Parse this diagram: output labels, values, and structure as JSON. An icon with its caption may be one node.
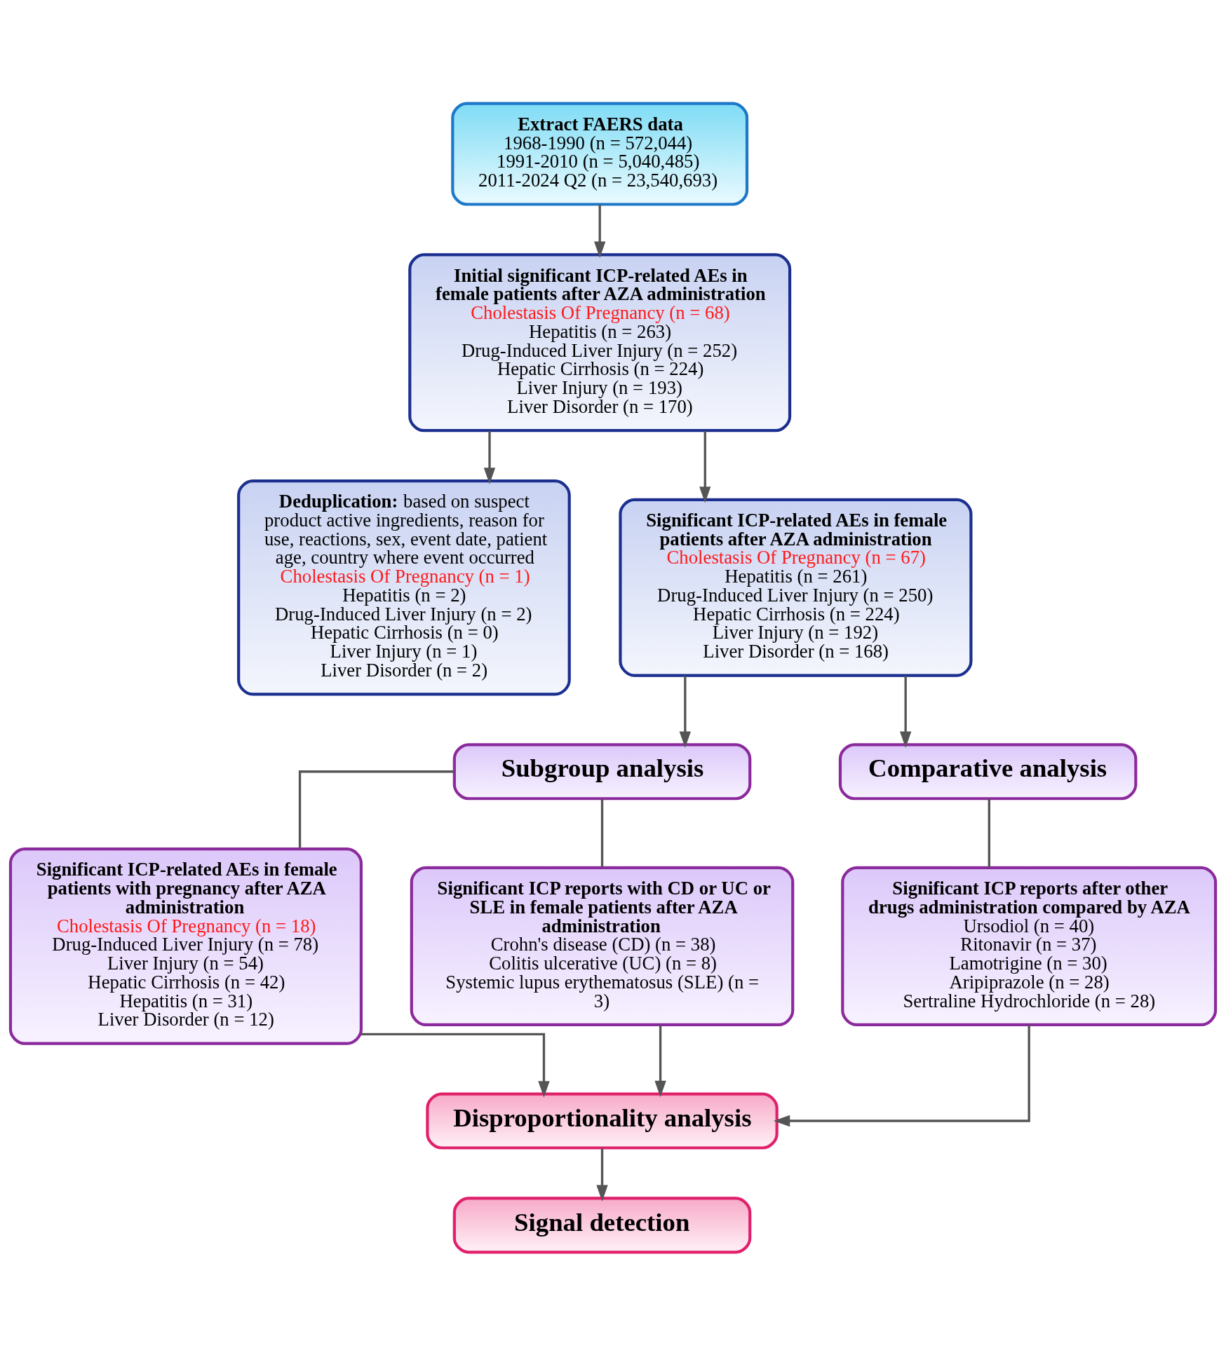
{
  "diagram": {
    "nodes": [
      {
        "text": [
          "Extract FAERS data",
          "1968-1990 (n = 572,044)",
          "1991-2010 (n = 5,040,485)",
          "2011-2024 Q2 (n = 23,540,693)"
        ]
      },
      {
        "text": [
          "Initial significant ICP-related AEs in female patients after AZA administration",
          "Cholestasis Of Pregnancy (n = 68)",
          "Hepatitis (n = 263)",
          "Drug-Induced Liver Injury (n = 252)",
          "Hepatic Cirrhosis (n = 224)",
          "Liver Injury (n = 193)",
          "Liver Disorder (n = 170)"
        ]
      },
      {
        "text": [
          "**Deduplication:** based on suspect product active ingredients, reason for use, reactions, sex, event date, patient age, country where event occurred",
          "Cholestasis Of Pregnancy (n = 1)",
          "Hepatitis (n = 2)",
          "Drug-Induced Liver Injury (n = 2)",
          "Hepatic Cirrhosis (n = 0)",
          "Liver Injury (n = 1)",
          "Liver Disorder (n = 2)"
        ]
      },
      {
        "text": [
          "Significant ICP-related AEs in female patients after AZA administration",
          "Cholestasis Of Pregnancy (n = 67)",
          "Hepatitis (n = 261)",
          "Drug-Induced Liver Injury (n = 250)",
          "Hepatic Cirrhosis (n = 224)",
          "Liver Injury (n = 192)",
          "Liver Disorder (n = 168)"
        ]
      },
      {
        "text": [
          "Subgroup analysis"
        ]
      },
      {
        "text": [
          "Comparative analysis"
        ]
      },
      {
        "text": [
          "Significant ICP-related AEs in female patients with pregnancy after AZA administration",
          "Cholestasis Of Pregnancy (n = 18)",
          "Drug-Induced Liver Injury (n = 78)",
          "Liver Injury (n = 54)",
          "Hepatic Cirrhosis (n = 42)",
          "Hepatitis (n = 31)",
          "Liver Disorder (n = 12)"
        ]
      },
      {
        "text": [
          "Significant ICP reports with CD or UC or SLE in female patients after AZA administration",
          "Crohn's disease (CD) (n = 38)",
          "Colitis ulcerative (UC) (n = 8)",
          "Systemic lupus erythematosus (SLE) (n = 3)"
        ]
      },
      {
        "text": [
          "Significant ICP reports after other drugs administration compared by AZA",
          "Ursodiol (n = 40)",
          "Ritonavir (n = 37)",
          "Lamotrigine (n = 30)",
          "Aripiprazole (n = 28)",
          "Sertraline Hydrochloride (n = 28)"
        ]
      },
      {
        "text": [
          "Disproportionality analysis"
        ]
      },
      {
        "text": [
          "Signal detection"
        ]
      }
    ],
    "edges": [
      {
        "from": 0,
        "to": 1,
        "arrow": "to"
      },
      {
        "from": 1,
        "to": 3,
        "arrow": "to"
      },
      {
        "from": 1,
        "to": 2,
        "arrow": "to"
      },
      {
        "from": 3,
        "to": 4,
        "arrow": "to"
      },
      {
        "from": 3,
        "to": 5,
        "arrow": "to"
      },
      {
        "from": 4,
        "to": 6,
        "arrow": "none"
      },
      {
        "from": 4,
        "to": 7,
        "arrow": "none"
      },
      {
        "from": 5,
        "to": 8,
        "arrow": "none"
      },
      {
        "from": 6,
        "to": 9,
        "arrow": "to"
      },
      {
        "from": 7,
        "to": 9,
        "arrow": "to"
      },
      {
        "from": 8,
        "to": 9,
        "arrow": "to"
      },
      {
        "from": 9,
        "to": 10,
        "arrow": "to"
      }
    ]
  }
}
